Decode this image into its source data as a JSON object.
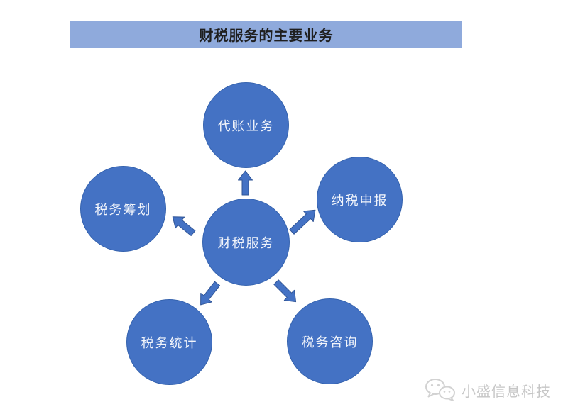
{
  "header": {
    "title": "财税服务的主要业务"
  },
  "diagram": {
    "center_node": {
      "label": "财税服务"
    },
    "nodes": [
      {
        "position": "top",
        "label": "代账业务"
      },
      {
        "position": "top-right",
        "label": "纳税申报"
      },
      {
        "position": "left",
        "label": "税务筹划"
      },
      {
        "position": "bottom-left",
        "label": "税务统计"
      },
      {
        "position": "bottom-right",
        "label": "税务咨询"
      }
    ],
    "arrows": [
      "center-to-top",
      "center-to-top-right",
      "center-to-left",
      "center-to-bottom-left",
      "center-to-bottom-right"
    ]
  },
  "watermark": {
    "logo": "wechat-icon",
    "text": "小盛信息科技"
  },
  "colors": {
    "banner_fill": "#8FAADC",
    "node_fill": "#4472C4",
    "node_border": "#2F5496",
    "node_text": "#F2F5FB",
    "title_text": "#1F1F1F",
    "watermark_text": "#C6C6C6",
    "background": "#FFFFFF"
  }
}
